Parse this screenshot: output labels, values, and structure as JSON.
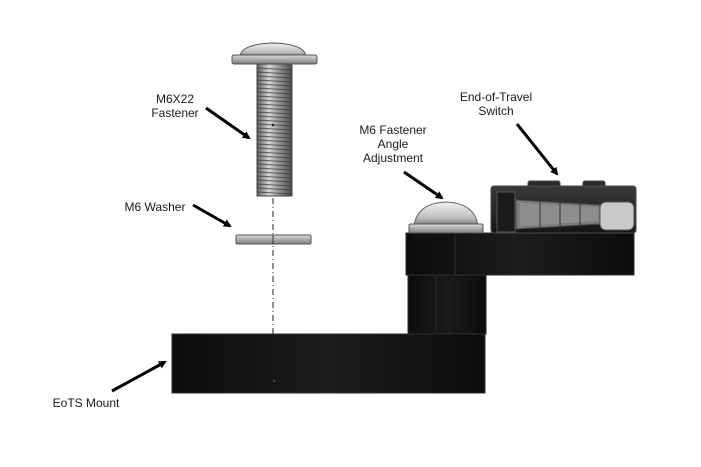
{
  "labels": {
    "fastener": [
      "M6X22",
      "Fastener"
    ],
    "washer": [
      "M6 Washer"
    ],
    "angle_adjust": [
      "M6 Fastener",
      "Angle",
      "Adjustment"
    ],
    "switch": [
      "End-of-Travel",
      "Switch"
    ],
    "mount": [
      "EoTS Mount"
    ]
  },
  "colors": {
    "black_part": "#111111",
    "black_edge": "#2e2e2e",
    "steel_light": "#e6e6e6",
    "steel_mid": "#b9b9b9",
    "steel_dark": "#6f6f6f",
    "arrow": "#000000"
  }
}
